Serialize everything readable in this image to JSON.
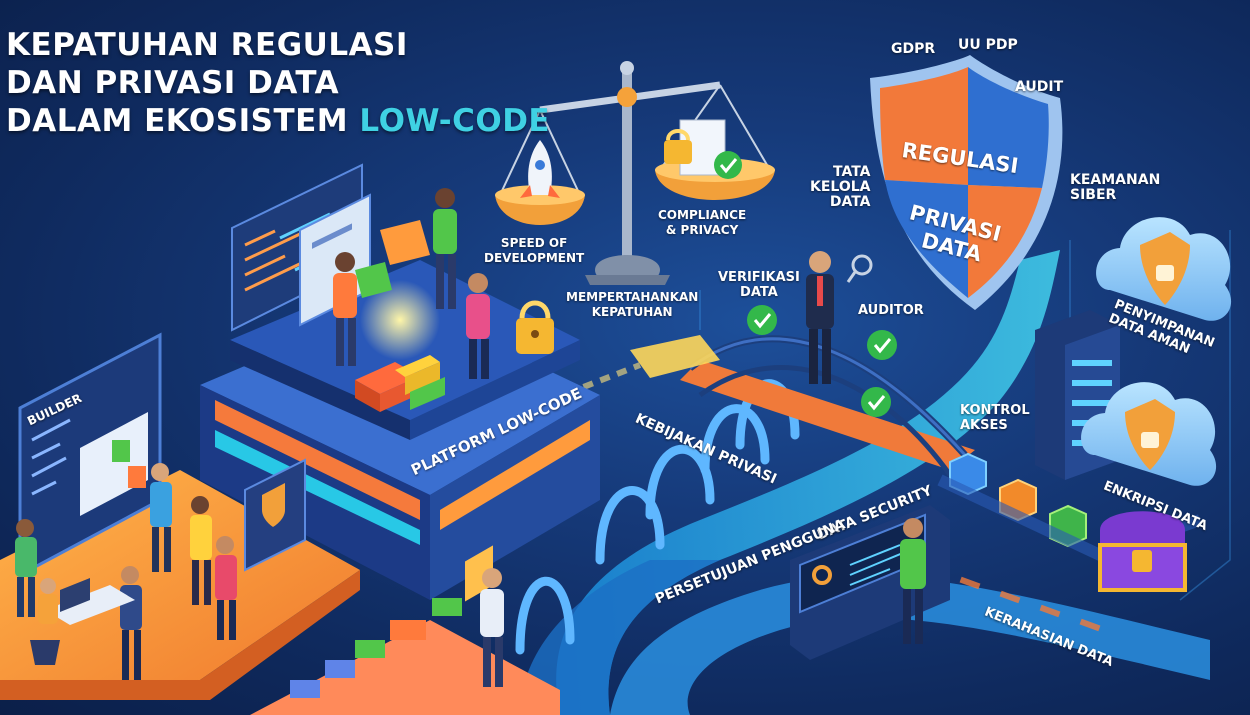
{
  "title": {
    "line1": "KEPATUHAN REGULASI",
    "line2": "DAN PRIVASI DATA",
    "line3_prefix": "DALAM EKOSISTEM ",
    "line3_accent": "LOW-CODE"
  },
  "scale": {
    "left_label_1": "SPEED OF",
    "left_label_2": "DEVELOPMENT",
    "right_label_1": "COMPLIANCE",
    "right_label_2": "& PRIVACY",
    "base_label_1": "MEMPERTAHANKAN",
    "base_label_2": "KEPATUHAN"
  },
  "shield": {
    "line1": "REGULASI",
    "line2": "PRIVASI",
    "line3": "DATA"
  },
  "tags": {
    "gdpr": "GDPR",
    "uu_pdp": "UU PDP",
    "audit": "AUDIT",
    "tata_1": "TATA",
    "tata_2": "KELOLA",
    "tata_3": "DATA",
    "keamanan_1": "KEAMANAN",
    "keamanan_2": "SIBER",
    "verifikasi_1": "VERIFIKASI",
    "verifikasi_2": "DATA",
    "auditor": "AUDITOR",
    "penyimpanan_1": "PENYIMPANAN",
    "penyimpanan_2": "DATA AMAN",
    "kontrol_1": "KONTROL",
    "kontrol_2": "AKSES",
    "enkripsi": "ENKRIPSI DATA",
    "kerahasiaan": "KERAHASIAN DATA",
    "data_security": "DATA SECURITY",
    "persetujuan": "PERSETUJUAN PENGGUNA",
    "kebijakan": "KEBIJAKAN PRIVASI",
    "platform": "PLATFORM LOW-CODE",
    "builder": "BUILDER"
  },
  "colors": {
    "bg_dark": "#0b1f49",
    "accent_cyan": "#3fd1e3",
    "shield_orange": "#f2793a",
    "shield_blue": "#2f6fd0",
    "check_green": "#33b84a",
    "gold": "#f5b731"
  }
}
